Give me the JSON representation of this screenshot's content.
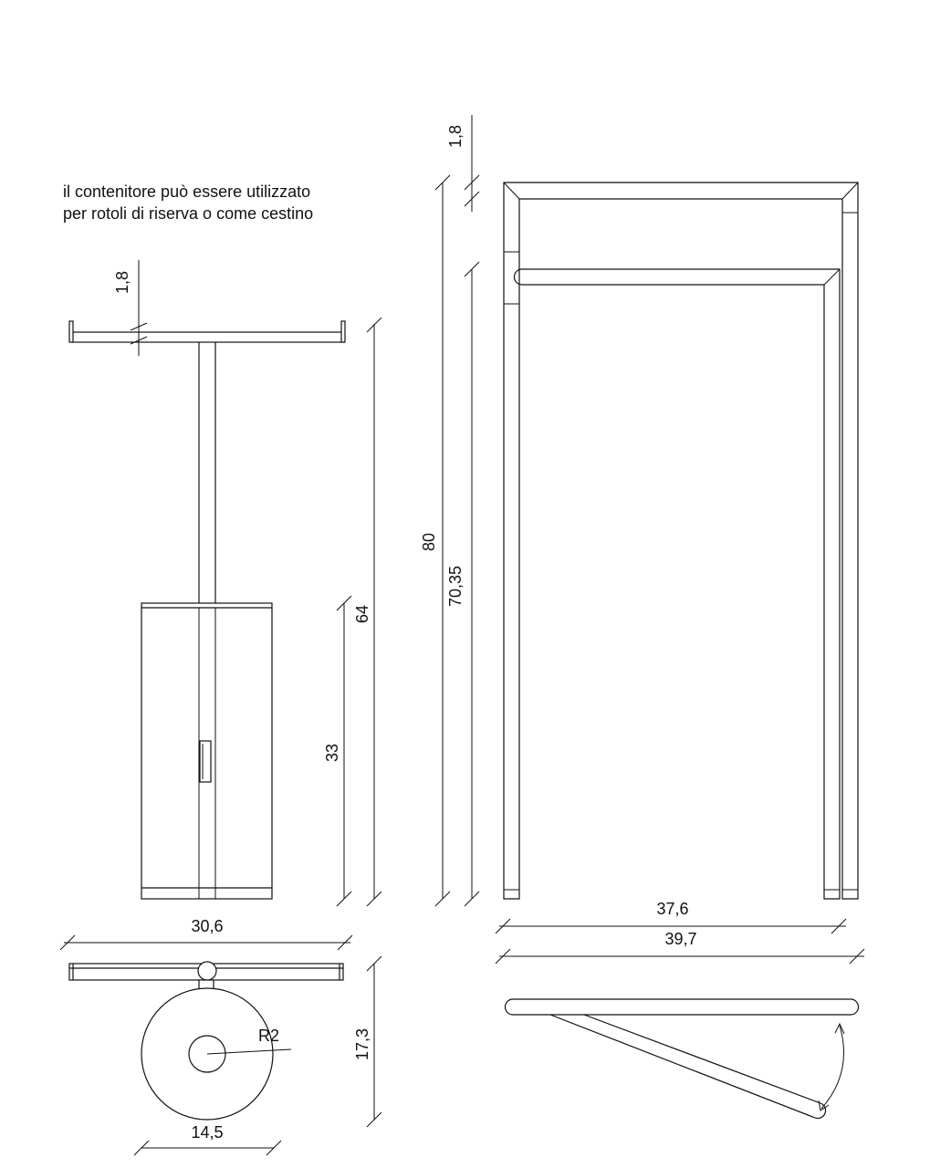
{
  "note": {
    "line1": "il contenitore può essere utilizzato",
    "line2": "per rotoli di riserva o come cestino"
  },
  "dimensions": {
    "side_top_thickness": "1,8",
    "side_total_height": "64",
    "side_container_height": "33",
    "side_top_width": "30,6",
    "plan_depth": "17,3",
    "plan_base_diameter": "14,5",
    "plan_radius": "R2",
    "front_top_thickness": "1,8",
    "front_total_height": "80",
    "front_inner_height": "70,35",
    "front_inner_width": "37,6",
    "front_total_width": "39,7"
  }
}
